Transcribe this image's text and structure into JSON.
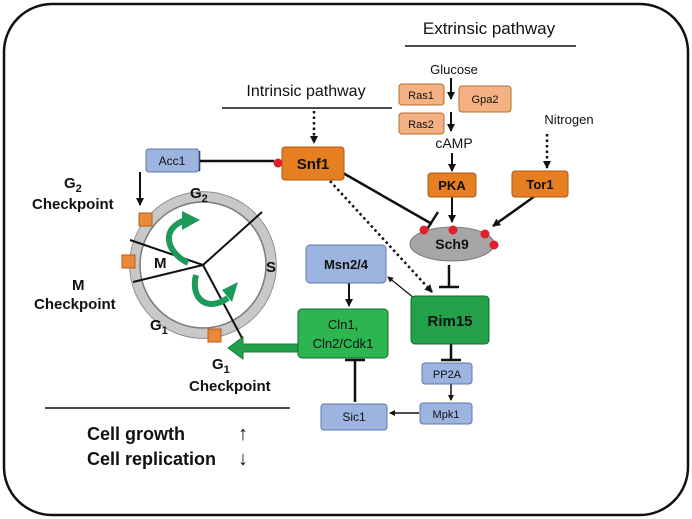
{
  "headers": {
    "extrinsic": "Extrinsic pathway",
    "intrinsic": "Intrinsic pathway"
  },
  "signals": {
    "glucose": "Glucose",
    "nitrogen": "Nitrogen",
    "camp": "cAMP"
  },
  "nodes": {
    "ras1": "Ras1",
    "gpa2": "Gpa2",
    "ras2": "Ras2",
    "pka": "PKA",
    "tor1": "Tor1",
    "snf1": "Snf1",
    "sch9": "Sch9",
    "acc1": "Acc1",
    "msn24": "Msn2/4",
    "rim15": "Rim15",
    "cln1": "Cln1,",
    "cln2": "Cln2/Cdk1",
    "pp2a": "PP2A",
    "mpk1": "Mpk1",
    "sic1": "Sic1"
  },
  "cell_cycle": {
    "g2_letter": "G",
    "g2_sub": "2",
    "g1_letter": "G",
    "g1_sub": "1",
    "m": "M",
    "s": "S"
  },
  "checkpoints": {
    "g2_letter": "G",
    "g2_sub": "2",
    "g2_word": "Checkpoint",
    "m_letter": "M",
    "m_word": "Checkpoint",
    "g1_letter": "G",
    "g1_sub": "1",
    "g1_word": "Checkpoint"
  },
  "outcomes": {
    "growth": "Cell growth",
    "replication": "Cell replication",
    "up_arrow": "↑",
    "down_arrow": "↓"
  },
  "colors": {
    "orange_node": "#e67e22",
    "light_orange_node": "#f4b183",
    "blue_node": "#9db4e0",
    "green_node": "#22a04a",
    "green_light_node": "#2db54f",
    "gray_node": "#a6a6a6",
    "ring": "#c8c8c8",
    "checkpoint_marker": "#e88a3a",
    "inhibit_dot": "#e0202a"
  }
}
